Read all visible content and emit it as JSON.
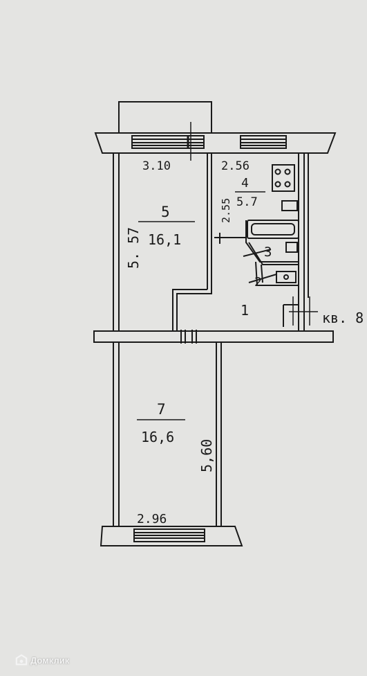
{
  "rooms": [
    {
      "number": "5",
      "area": "16,1"
    },
    {
      "number": "4",
      "area": "5.7"
    },
    {
      "number": "3"
    },
    {
      "number": "2"
    },
    {
      "number": "1"
    },
    {
      "number": "7",
      "area": "16,6"
    }
  ],
  "dimensions": {
    "room5_width": "3.10",
    "room5_length": "5. 57",
    "room4_width": "2.56",
    "room4_length": "2.55",
    "room7_length": "5,60",
    "room7_width": "2.96"
  },
  "apartment_label": "кв. 8",
  "watermark": {
    "brand": "Домклик",
    "icon": "domclick-logo-icon"
  }
}
